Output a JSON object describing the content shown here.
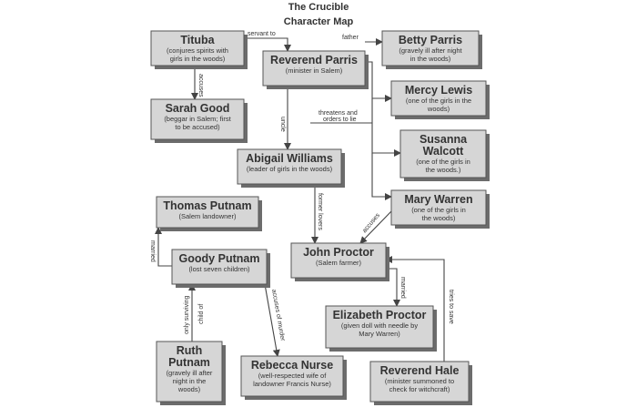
{
  "header": {
    "title_line1": "The Crucible",
    "title_line2": "Character Map"
  },
  "characters": {
    "tituba": {
      "name": "Tituba",
      "desc": [
        "(conjures spirits with",
        "girls in the woods)"
      ]
    },
    "parris": {
      "name": "Reverend Parris",
      "desc": [
        "(minister in Salem)"
      ]
    },
    "betty": {
      "name": "Betty Parris",
      "desc": [
        "(gravely ill after night",
        "in the woods)"
      ]
    },
    "mercy": {
      "name": "Mercy Lewis",
      "desc": [
        "(one of the girls in the",
        "woods)"
      ]
    },
    "sarah": {
      "name": "Sarah Good",
      "desc": [
        "(beggar in Salem; first",
        "to be accused)"
      ]
    },
    "susanna": {
      "name": [
        "Susanna",
        "Walcott"
      ],
      "desc": [
        "(one of the girls in",
        "the woods.)"
      ]
    },
    "abigail": {
      "name": "Abigail Williams",
      "desc": [
        "(leader of girls in the woods)"
      ]
    },
    "mary": {
      "name": "Mary Warren",
      "desc": [
        "(one of the girls in",
        "the woods)"
      ]
    },
    "thomas": {
      "name": "Thomas Putnam",
      "desc": [
        "(Salem landowner)"
      ]
    },
    "goody": {
      "name": "Goody Putnam",
      "desc": [
        "(lost seven children)"
      ]
    },
    "proctor": {
      "name": "John Proctor",
      "desc": [
        "(Salem farmer)"
      ]
    },
    "elizabeth": {
      "name": "Elizabeth Proctor",
      "desc": [
        "(given doll with needle by",
        "Mary Warren)"
      ]
    },
    "ruth": {
      "name": [
        "Ruth",
        "Putnam"
      ],
      "desc": [
        "(gravely ill after",
        "night in the",
        "woods)"
      ]
    },
    "rebecca": {
      "name": "Rebecca Nurse",
      "desc": [
        "(well-respected wife of",
        "landowner Francis Nurse)"
      ]
    },
    "hale": {
      "name": "Reverend Hale",
      "desc": [
        "(minister summoned to",
        "check for witchcraft)"
      ]
    }
  },
  "relations": {
    "servant_to": "servant to",
    "father": "father",
    "accuses": "accuses",
    "uncle": "uncle",
    "threatens": [
      "threatens and",
      "orders to lie"
    ],
    "former_lovers": "former lovers",
    "accuses_mary": "accuses",
    "married_putnam": "married",
    "married_proctor": "married",
    "only_child": [
      "only surviving",
      "child of"
    ],
    "accuses_murder": "accuses of murder",
    "tries_to_save": "tries to save"
  }
}
